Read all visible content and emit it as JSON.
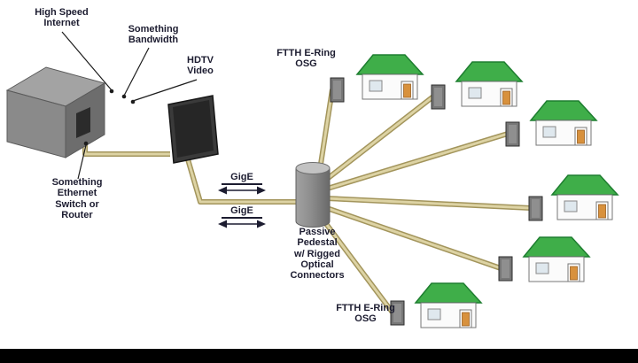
{
  "diagram": {
    "labels": {
      "high_speed_internet": "High Speed\nInternet",
      "something_bandwidth": "Something\nBandwidth",
      "hdtv_video": "HDTV\nVideo",
      "ethernet_switch": "Something\nEthernet\nSwitch or\nRouter",
      "ftth_ering_top": "FTTH E-Ring\nOSG",
      "gige_upper": "GigE",
      "gige_lower": "GigE",
      "passive_pedestal": "Passive\nPedestal\nw/ Rigged\nOptical\nConnectors",
      "ftth_ering_bottom": "FTTH E-Ring\nOSG"
    },
    "nodes": {
      "headend": "headend-switch-box",
      "display": "video-display-panel",
      "pedestal": "passive-pedestal-cylinder",
      "home_count": 6,
      "drop_terminal_count": 6
    },
    "colors": {
      "cable_outer": "#a3955c",
      "cable_inner": "#ddd3a4",
      "roof_green": "#3fae49",
      "text": "#1c1c30",
      "footer": "#000000"
    }
  }
}
